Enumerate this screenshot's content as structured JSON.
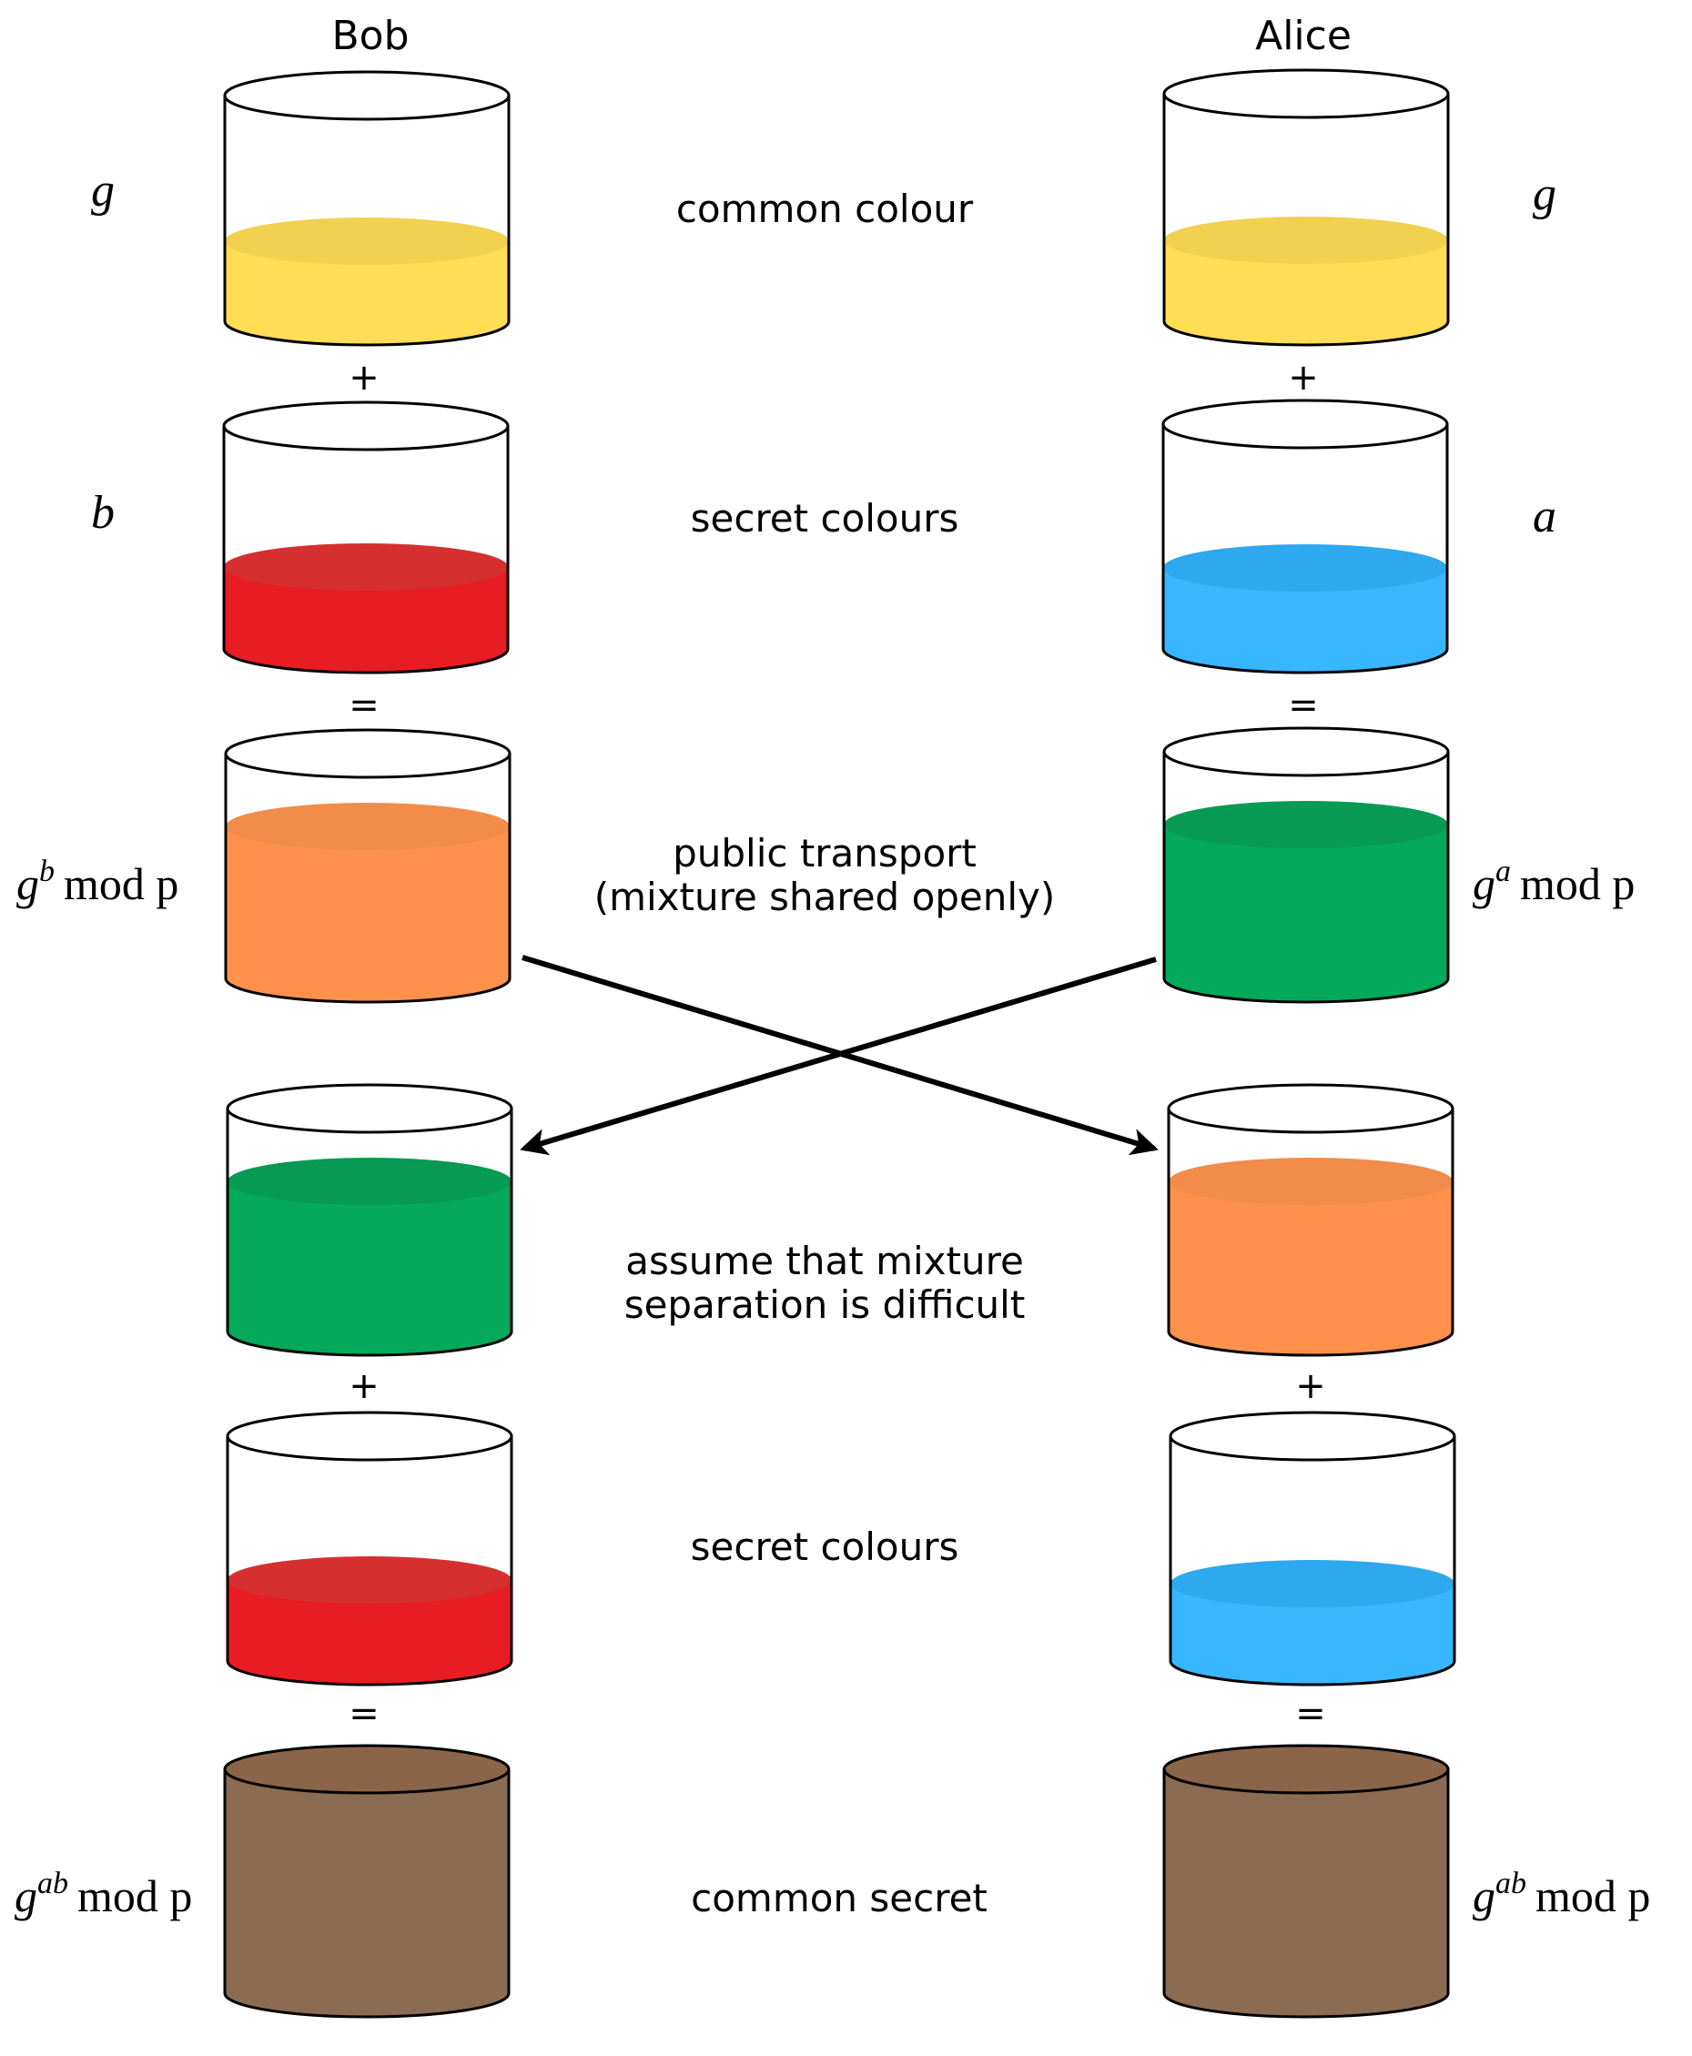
{
  "bob": {
    "name": "Bob",
    "base_label": "g",
    "secret_label": "b",
    "public_base": "g",
    "public_exp": "b",
    "public_suffix": "mod p",
    "final_base": "g",
    "final_exp": "ab",
    "final_suffix": "mod p"
  },
  "alice": {
    "name": "Alice",
    "base_label": "g",
    "secret_label": "a",
    "public_base": "g",
    "public_exp": "a",
    "public_suffix": "mod p",
    "final_base": "g",
    "final_exp": "ab",
    "final_suffix": "mod p"
  },
  "center": {
    "common_colour": "common colour",
    "secret_colours_1": "secret colours",
    "public_transport_line1": "public transport",
    "public_transport_line2": "(mixture shared openly)",
    "assume_line1": "assume that mixture",
    "assume_line2": "separation is difficult",
    "secret_colours_2": "secret colours",
    "common_secret": "common secret"
  },
  "operators": {
    "plus": "+",
    "equals": "="
  },
  "colors": {
    "common_yellow": "#ffdd55",
    "common_yellow_top": "#f2d150",
    "bob_red": "#e81c23",
    "bob_red_top": "#d5302f",
    "alice_blue": "#38b6ff",
    "alice_blue_top": "#2ea8ee",
    "bob_orange": "#ff914d",
    "bob_orange_top": "#f28c4a",
    "alice_green": "#04a95a",
    "alice_green_top": "#069a52",
    "secret_brown": "#8b6b52",
    "secret_brown_top": "#8a6549"
  }
}
